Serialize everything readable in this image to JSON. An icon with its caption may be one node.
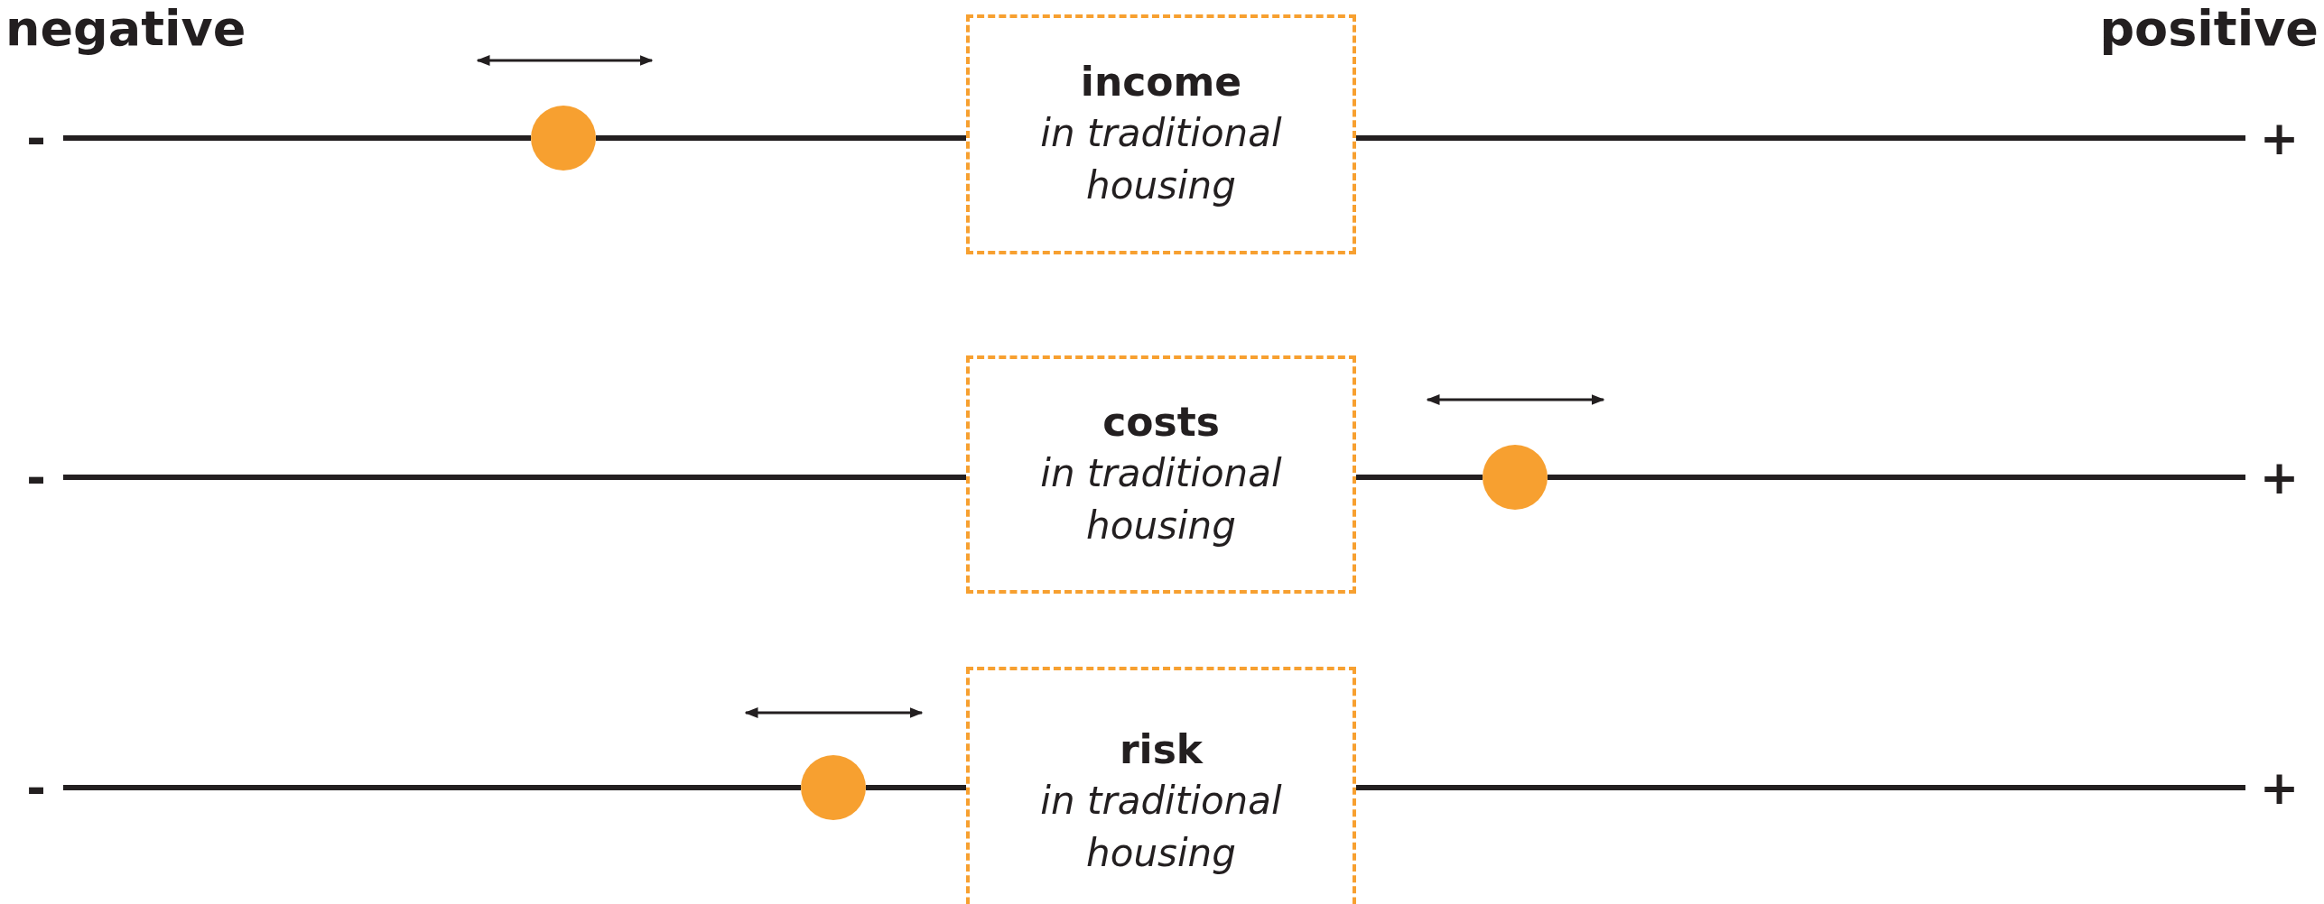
{
  "diagram": {
    "nodes": [
      {
        "text": [
          "-"
        ]
      },
      {
        "text": [],
        "shape": "circle"
      },
      {
        "text": [
          "income",
          "in traditional housing"
        ]
      },
      {
        "text": [
          "+"
        ]
      },
      {
        "text": [
          "-"
        ]
      },
      {
        "text": [
          "costs",
          "in traditional housing"
        ]
      },
      {
        "text": [],
        "shape": "circle"
      },
      {
        "text": [
          "+"
        ]
      },
      {
        "text": [
          "-"
        ]
      },
      {
        "text": [],
        "shape": "circle"
      },
      {
        "text": [
          "risk",
          "in traditional housing"
        ]
      },
      {
        "text": [
          "+"
        ]
      }
    ],
    "edges": [
      {
        "from": 0,
        "to": 1,
        "arrow": "none"
      },
      {
        "from": 1,
        "to": 2,
        "arrow": "none"
      },
      {
        "from": 2,
        "to": 3,
        "arrow": "none"
      },
      {
        "from": 4,
        "to": 5,
        "arrow": "none"
      },
      {
        "from": 5,
        "to": 6,
        "arrow": "none"
      },
      {
        "from": 6,
        "to": 7,
        "arrow": "none"
      },
      {
        "from": 8,
        "to": 9,
        "arrow": "none"
      },
      {
        "from": 9,
        "to": 10,
        "arrow": "none"
      },
      {
        "from": 10,
        "to": 11,
        "arrow": "none"
      }
    ],
    "labels": [
      "negative",
      "positive"
    ]
  }
}
